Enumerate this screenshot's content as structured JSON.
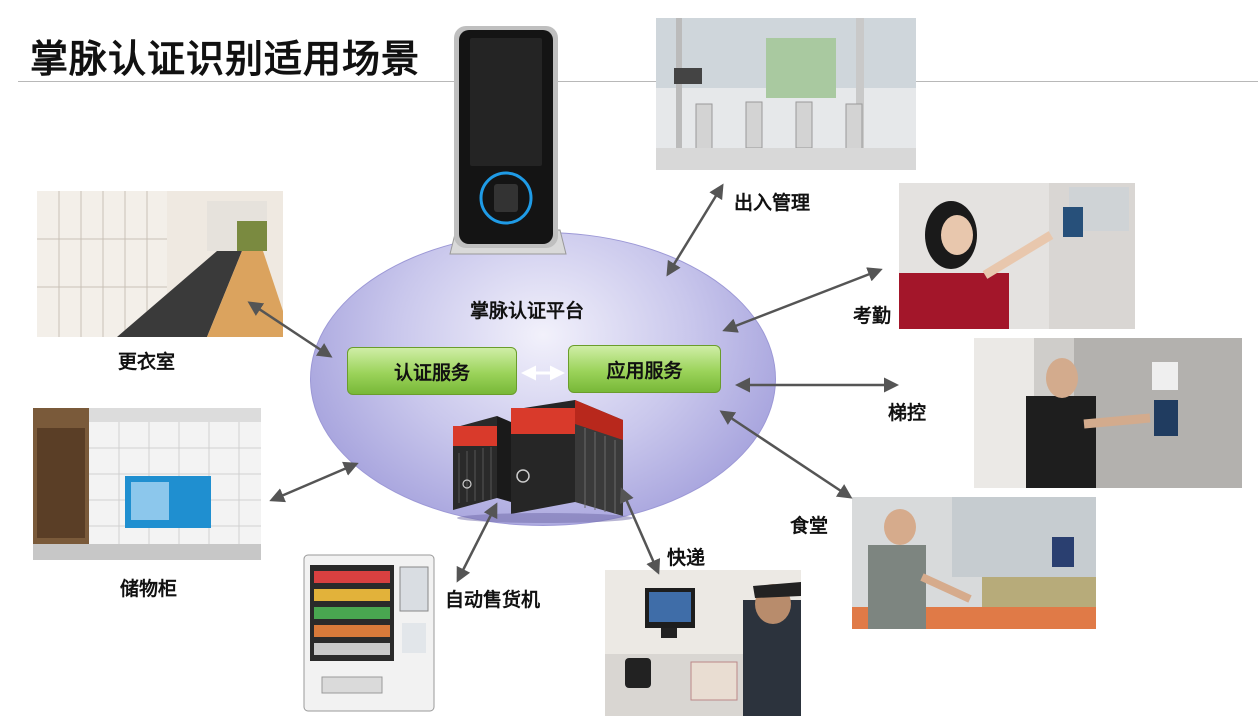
{
  "title": "掌脉认证识别适用场景",
  "platform": {
    "title": "掌脉认证平台",
    "auth_service": "认证服务",
    "app_service": "应用服务",
    "device_icon": "palm-vein-terminal-icon",
    "server_icon": "server-rack-icon"
  },
  "scenes": {
    "access_control": "出入管理",
    "attendance": "考勤",
    "elevator": "梯控",
    "canteen": "食堂",
    "courier": "快递",
    "vending": "自动售货机",
    "locker": "储物柜",
    "changing_room": "更衣室"
  },
  "colors": {
    "arrow": "#555555",
    "ellipse": "#b3b0e4",
    "service_box": "#8fcb4c",
    "server_red": "#d93a2b"
  }
}
